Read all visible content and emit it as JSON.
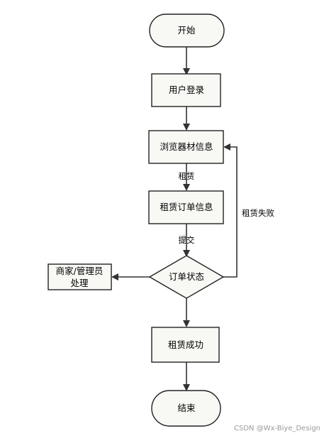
{
  "nodes": {
    "start": "开始",
    "login": "用户登录",
    "browse": "浏览器材信息",
    "order": "租赁订单信息",
    "status": "订单状态",
    "merchant_line1": "商家/管理员",
    "merchant_line2": "处理",
    "success": "租赁成功",
    "end": "结束"
  },
  "edges": {
    "rent": "租赁",
    "submit": "提交",
    "fail": "租赁失败"
  },
  "watermark": "CSDN @Wx-Biye_Design"
}
